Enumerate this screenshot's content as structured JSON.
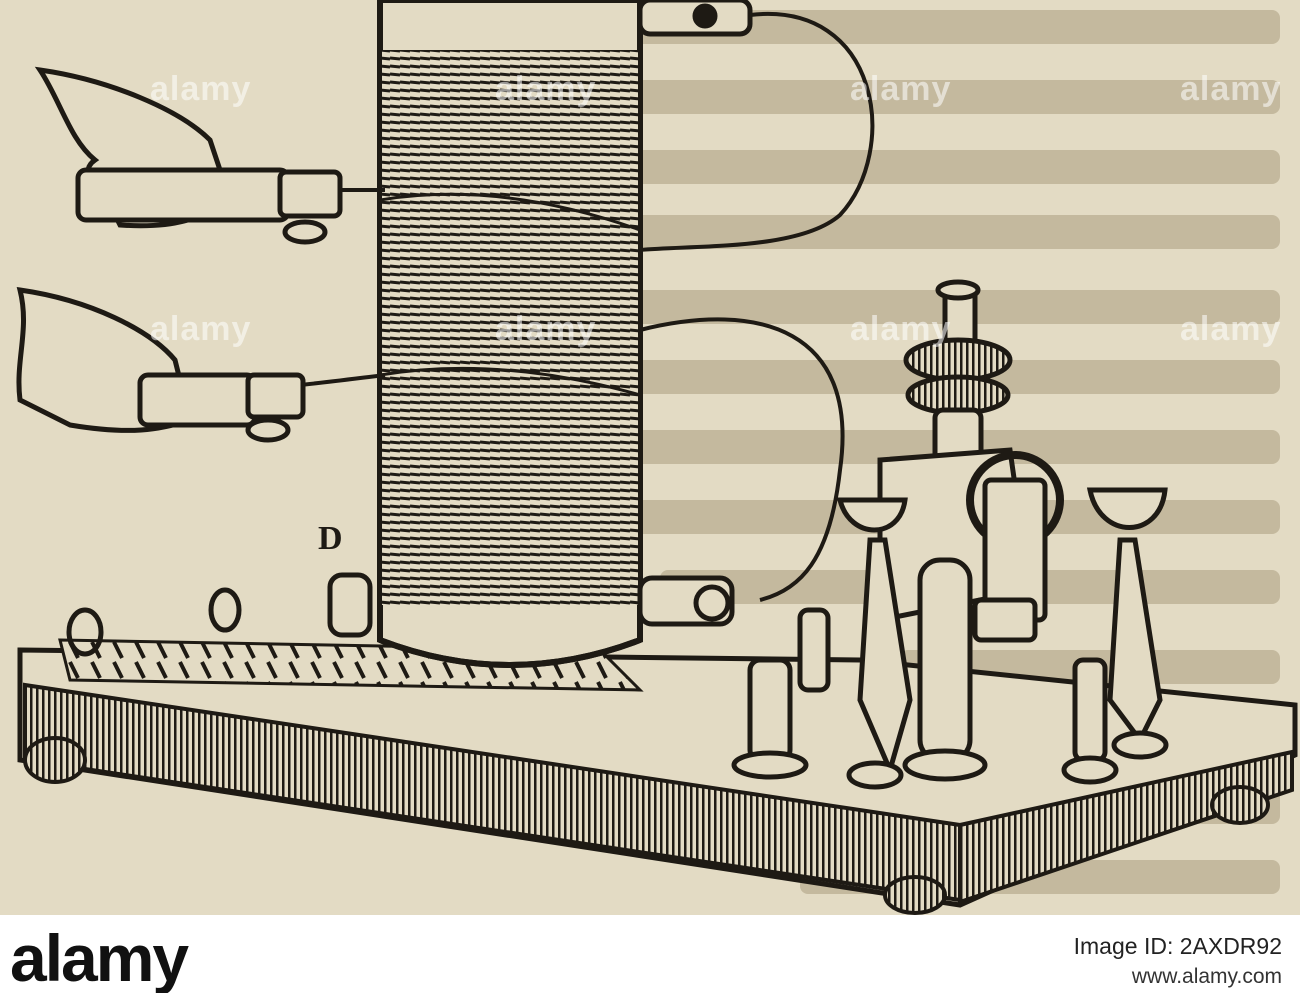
{
  "figure": {
    "letter": "D",
    "colors": {
      "paper": "#e3dbc4",
      "ink": "#1e1a14",
      "bleed": "#c4b99e"
    }
  },
  "watermarks": [
    {
      "text": "alamy"
    },
    {
      "text": "alamy"
    },
    {
      "text": "alamy"
    },
    {
      "text": "alamy"
    },
    {
      "text": "alamy"
    },
    {
      "text": "alamy"
    },
    {
      "text": "alamy"
    },
    {
      "text": "alamy"
    }
  ],
  "footer": {
    "brand": "alamy",
    "image_id": "Image ID: 2AXDR92",
    "url": "www.alamy.com"
  }
}
